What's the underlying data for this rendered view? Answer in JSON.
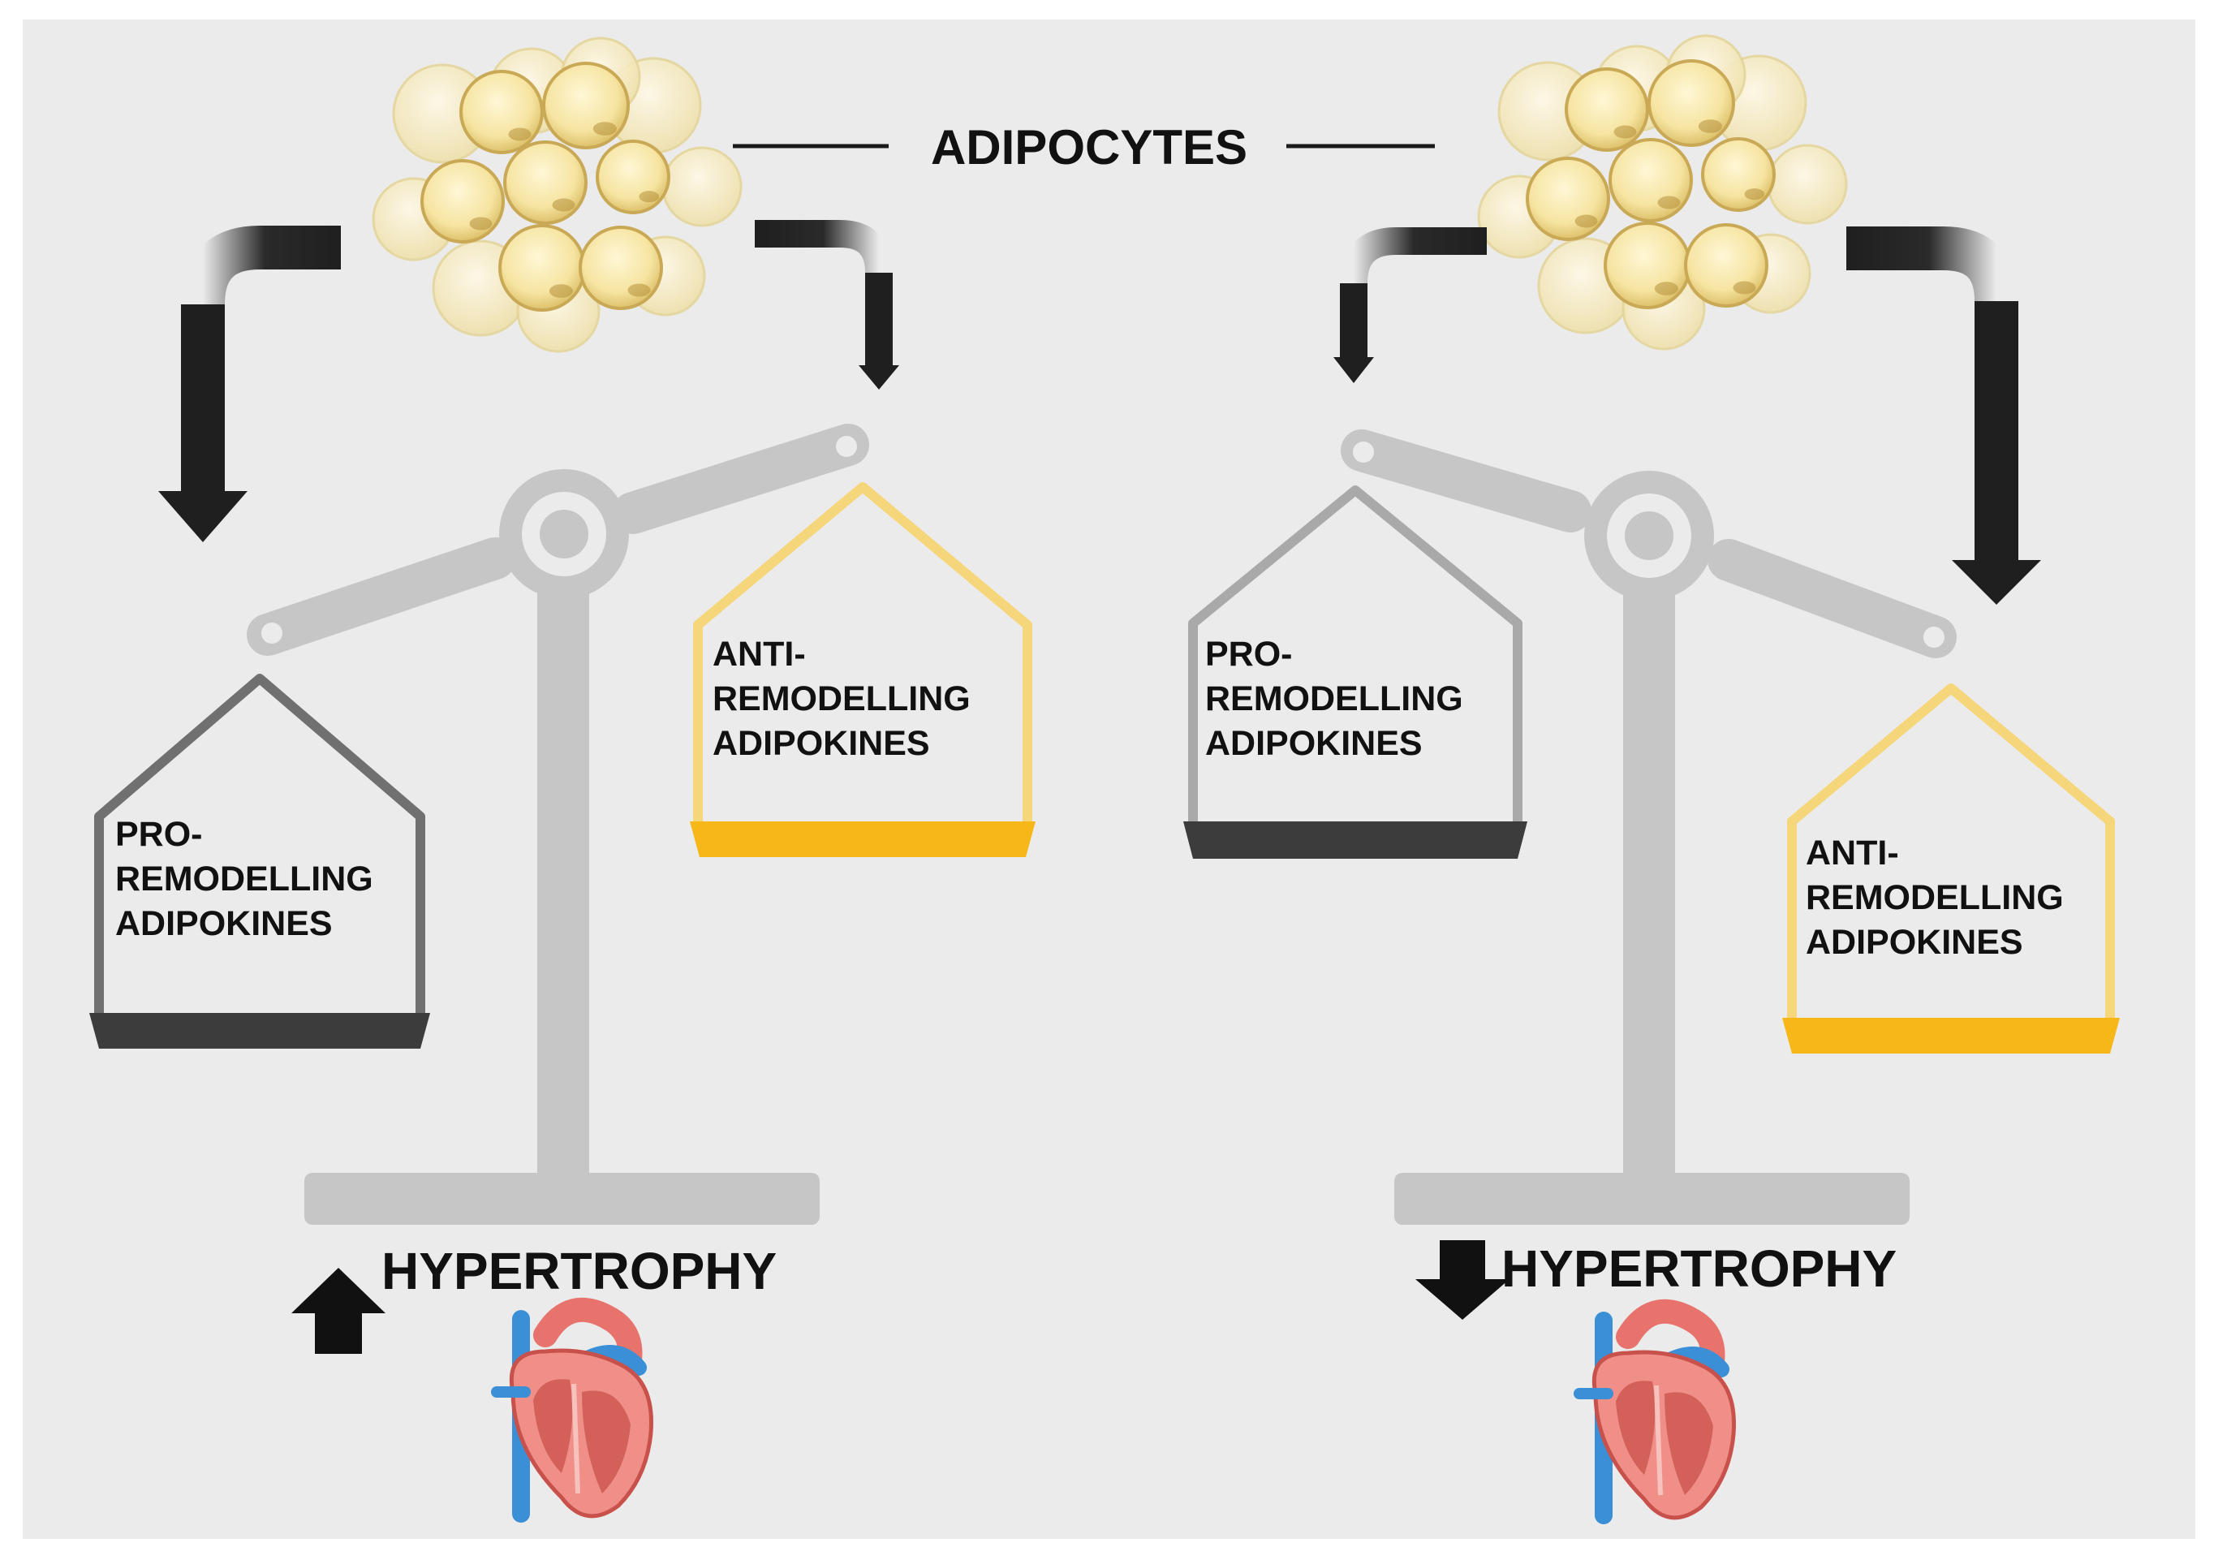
{
  "header": {
    "title": "ADIPOCYTES"
  },
  "left_scale": {
    "pro_pan": {
      "line1": "PRO-",
      "line2": "REMODELLING",
      "line3": "ADIPOKINES"
    },
    "anti_pan": {
      "line1": "ANTI-",
      "line2": "REMODELLING",
      "line3": "ADIPOKINES"
    },
    "outcome": {
      "label": "HYPERTROPHY",
      "direction": "up"
    }
  },
  "right_scale": {
    "pro_pan": {
      "line1": "PRO-",
      "line2": "REMODELLING",
      "line3": "ADIPOKINES"
    },
    "anti_pan": {
      "line1": "ANTI-",
      "line2": "REMODELLING",
      "line3": "ADIPOKINES"
    },
    "outcome": {
      "label": "HYPERTROPHY",
      "direction": "down"
    }
  },
  "colors": {
    "background": "#ebebeb",
    "scale_gray": "#c6c6c6",
    "pro_outline": "#707070",
    "pro_outline_light": "#a9a9a9",
    "pro_base": "#3c3c3c",
    "anti_outline": "#f6d67a",
    "anti_base": "#f7b718",
    "arrow": "#1f1f1f",
    "cell_fill": "#f6e6a8",
    "cell_edge": "#c9a955",
    "heart_red": "#e8736d",
    "heart_blue": "#3a8fd6"
  },
  "icons": {
    "adipocyte": "fat-cell-cluster-icon",
    "heart": "heart-anatomy-icon",
    "up": "up-arrow-icon",
    "down": "down-arrow-icon"
  }
}
